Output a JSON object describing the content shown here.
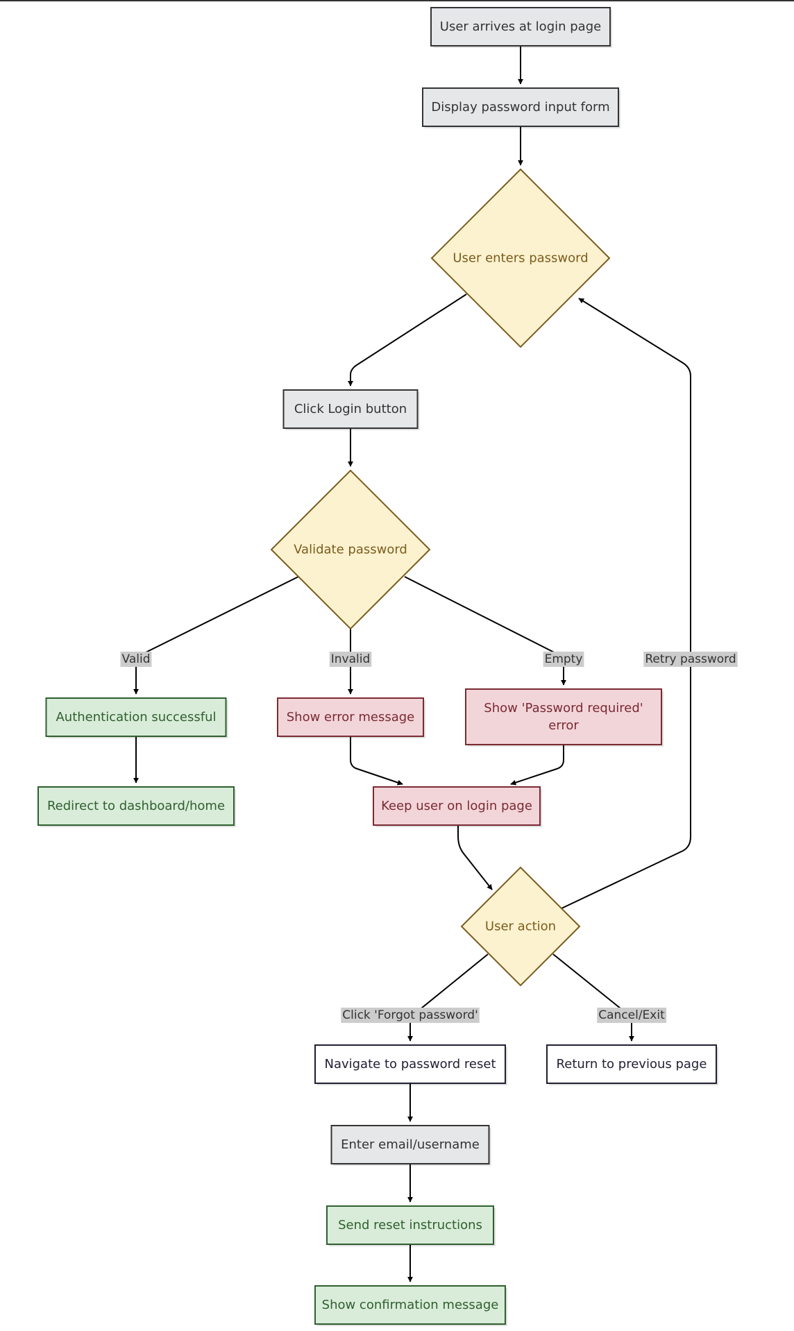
{
  "styles": {
    "default": {
      "fill": "#e6e7e9",
      "stroke": "#333333",
      "text": "#333333"
    },
    "decision": {
      "fill": "#fdf2cf",
      "stroke": "#7a5c1e",
      "text": "#7a5c1e"
    },
    "success": {
      "fill": "#d9ecd9",
      "stroke": "#2f5f2f",
      "text": "#2f5f2f"
    },
    "error": {
      "fill": "#f2d5d9",
      "stroke": "#7a2a33",
      "text": "#7a2a33"
    },
    "neutral": {
      "fill": "#ffffff",
      "stroke": "#1f1f33",
      "text": "#1f1f33"
    }
  },
  "nodes": {
    "arrive": {
      "lines": [
        "User arrives at login page"
      ],
      "style": "default"
    },
    "display": {
      "lines": [
        "Display password input form"
      ],
      "style": "default"
    },
    "enter": {
      "lines": [
        "User enters password"
      ],
      "style": "decision"
    },
    "click_login": {
      "lines": [
        "Click Login button"
      ],
      "style": "default"
    },
    "validate": {
      "lines": [
        "Validate password"
      ],
      "style": "decision"
    },
    "auth_success": {
      "lines": [
        "Authentication successful"
      ],
      "style": "success"
    },
    "show_error": {
      "lines": [
        "Show error message"
      ],
      "style": "error"
    },
    "show_required": {
      "lines": [
        "Show 'Password required'",
        "error"
      ],
      "style": "error"
    },
    "redirect": {
      "lines": [
        "Redirect to dashboard/home"
      ],
      "style": "success"
    },
    "keep_user": {
      "lines": [
        "Keep user on login page"
      ],
      "style": "error"
    },
    "user_action": {
      "lines": [
        "User action"
      ],
      "style": "decision"
    },
    "navigate_reset": {
      "lines": [
        "Navigate to password reset"
      ],
      "style": "neutral"
    },
    "return_prev": {
      "lines": [
        "Return to previous page"
      ],
      "style": "neutral"
    },
    "enter_email": {
      "lines": [
        "Enter email/username"
      ],
      "style": "default"
    },
    "send_reset": {
      "lines": [
        "Send reset instructions"
      ],
      "style": "success"
    },
    "show_confirm": {
      "lines": [
        "Show confirmation message"
      ],
      "style": "success"
    }
  },
  "edge_labels": {
    "valid": "Valid",
    "invalid": "Invalid",
    "empty": "Empty",
    "retry": "Retry password",
    "forgot": "Click 'Forgot password'",
    "cancel": "Cancel/Exit"
  }
}
